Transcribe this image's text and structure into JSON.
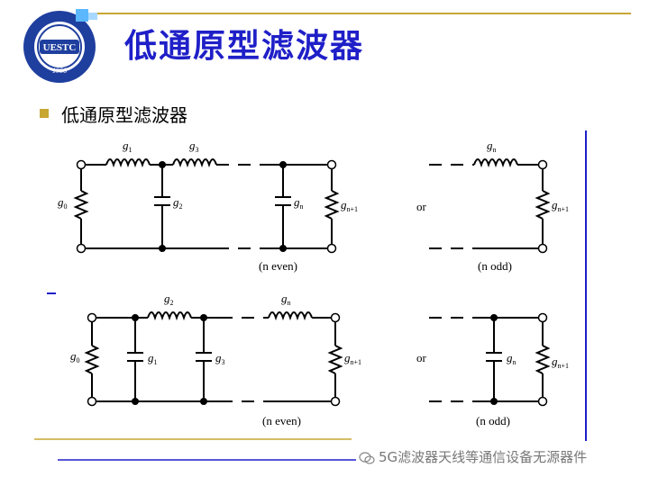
{
  "slide": {
    "title": "低通原型滤波器",
    "bullet": "低通原型滤波器",
    "logo_text": "UESTC",
    "logo_year": "1956",
    "watermark": "5G滤波器天线等通信设备无源器件",
    "accent_color": "#1f1fc8",
    "bullet_color": "#c8a632",
    "rule_color": "#c8a632"
  },
  "circuit_top": {
    "labels": {
      "g1": "g",
      "g1_sub": "1",
      "g2": "g",
      "g2_sub": "2",
      "g3": "g",
      "g3_sub": "3",
      "g0": "g",
      "g0_sub": "0",
      "gn": "g",
      "gn_sub": "n",
      "gn1": "g",
      "gn1_sub": "n+1",
      "gn_right": "g",
      "gn_right_sub": "n",
      "gn1_right": "g",
      "gn1_right_sub": "n+1",
      "or": "or",
      "caption_even": "(n even)",
      "caption_odd": "(n odd)"
    }
  },
  "circuit_bottom": {
    "labels": {
      "g2": "g",
      "g2_sub": "2",
      "gn": "g",
      "gn_sub": "n",
      "g0": "g",
      "g0_sub": "0",
      "g1": "g",
      "g1_sub": "1",
      "g3": "g",
      "g3_sub": "3",
      "gn1": "g",
      "gn1_sub": "n+1",
      "gn_right": "g",
      "gn_right_sub": "n",
      "gn1_right": "g",
      "gn1_right_sub": "n+1",
      "or": "or",
      "caption_even": "(n even)",
      "caption_odd": "(n odd)"
    }
  }
}
